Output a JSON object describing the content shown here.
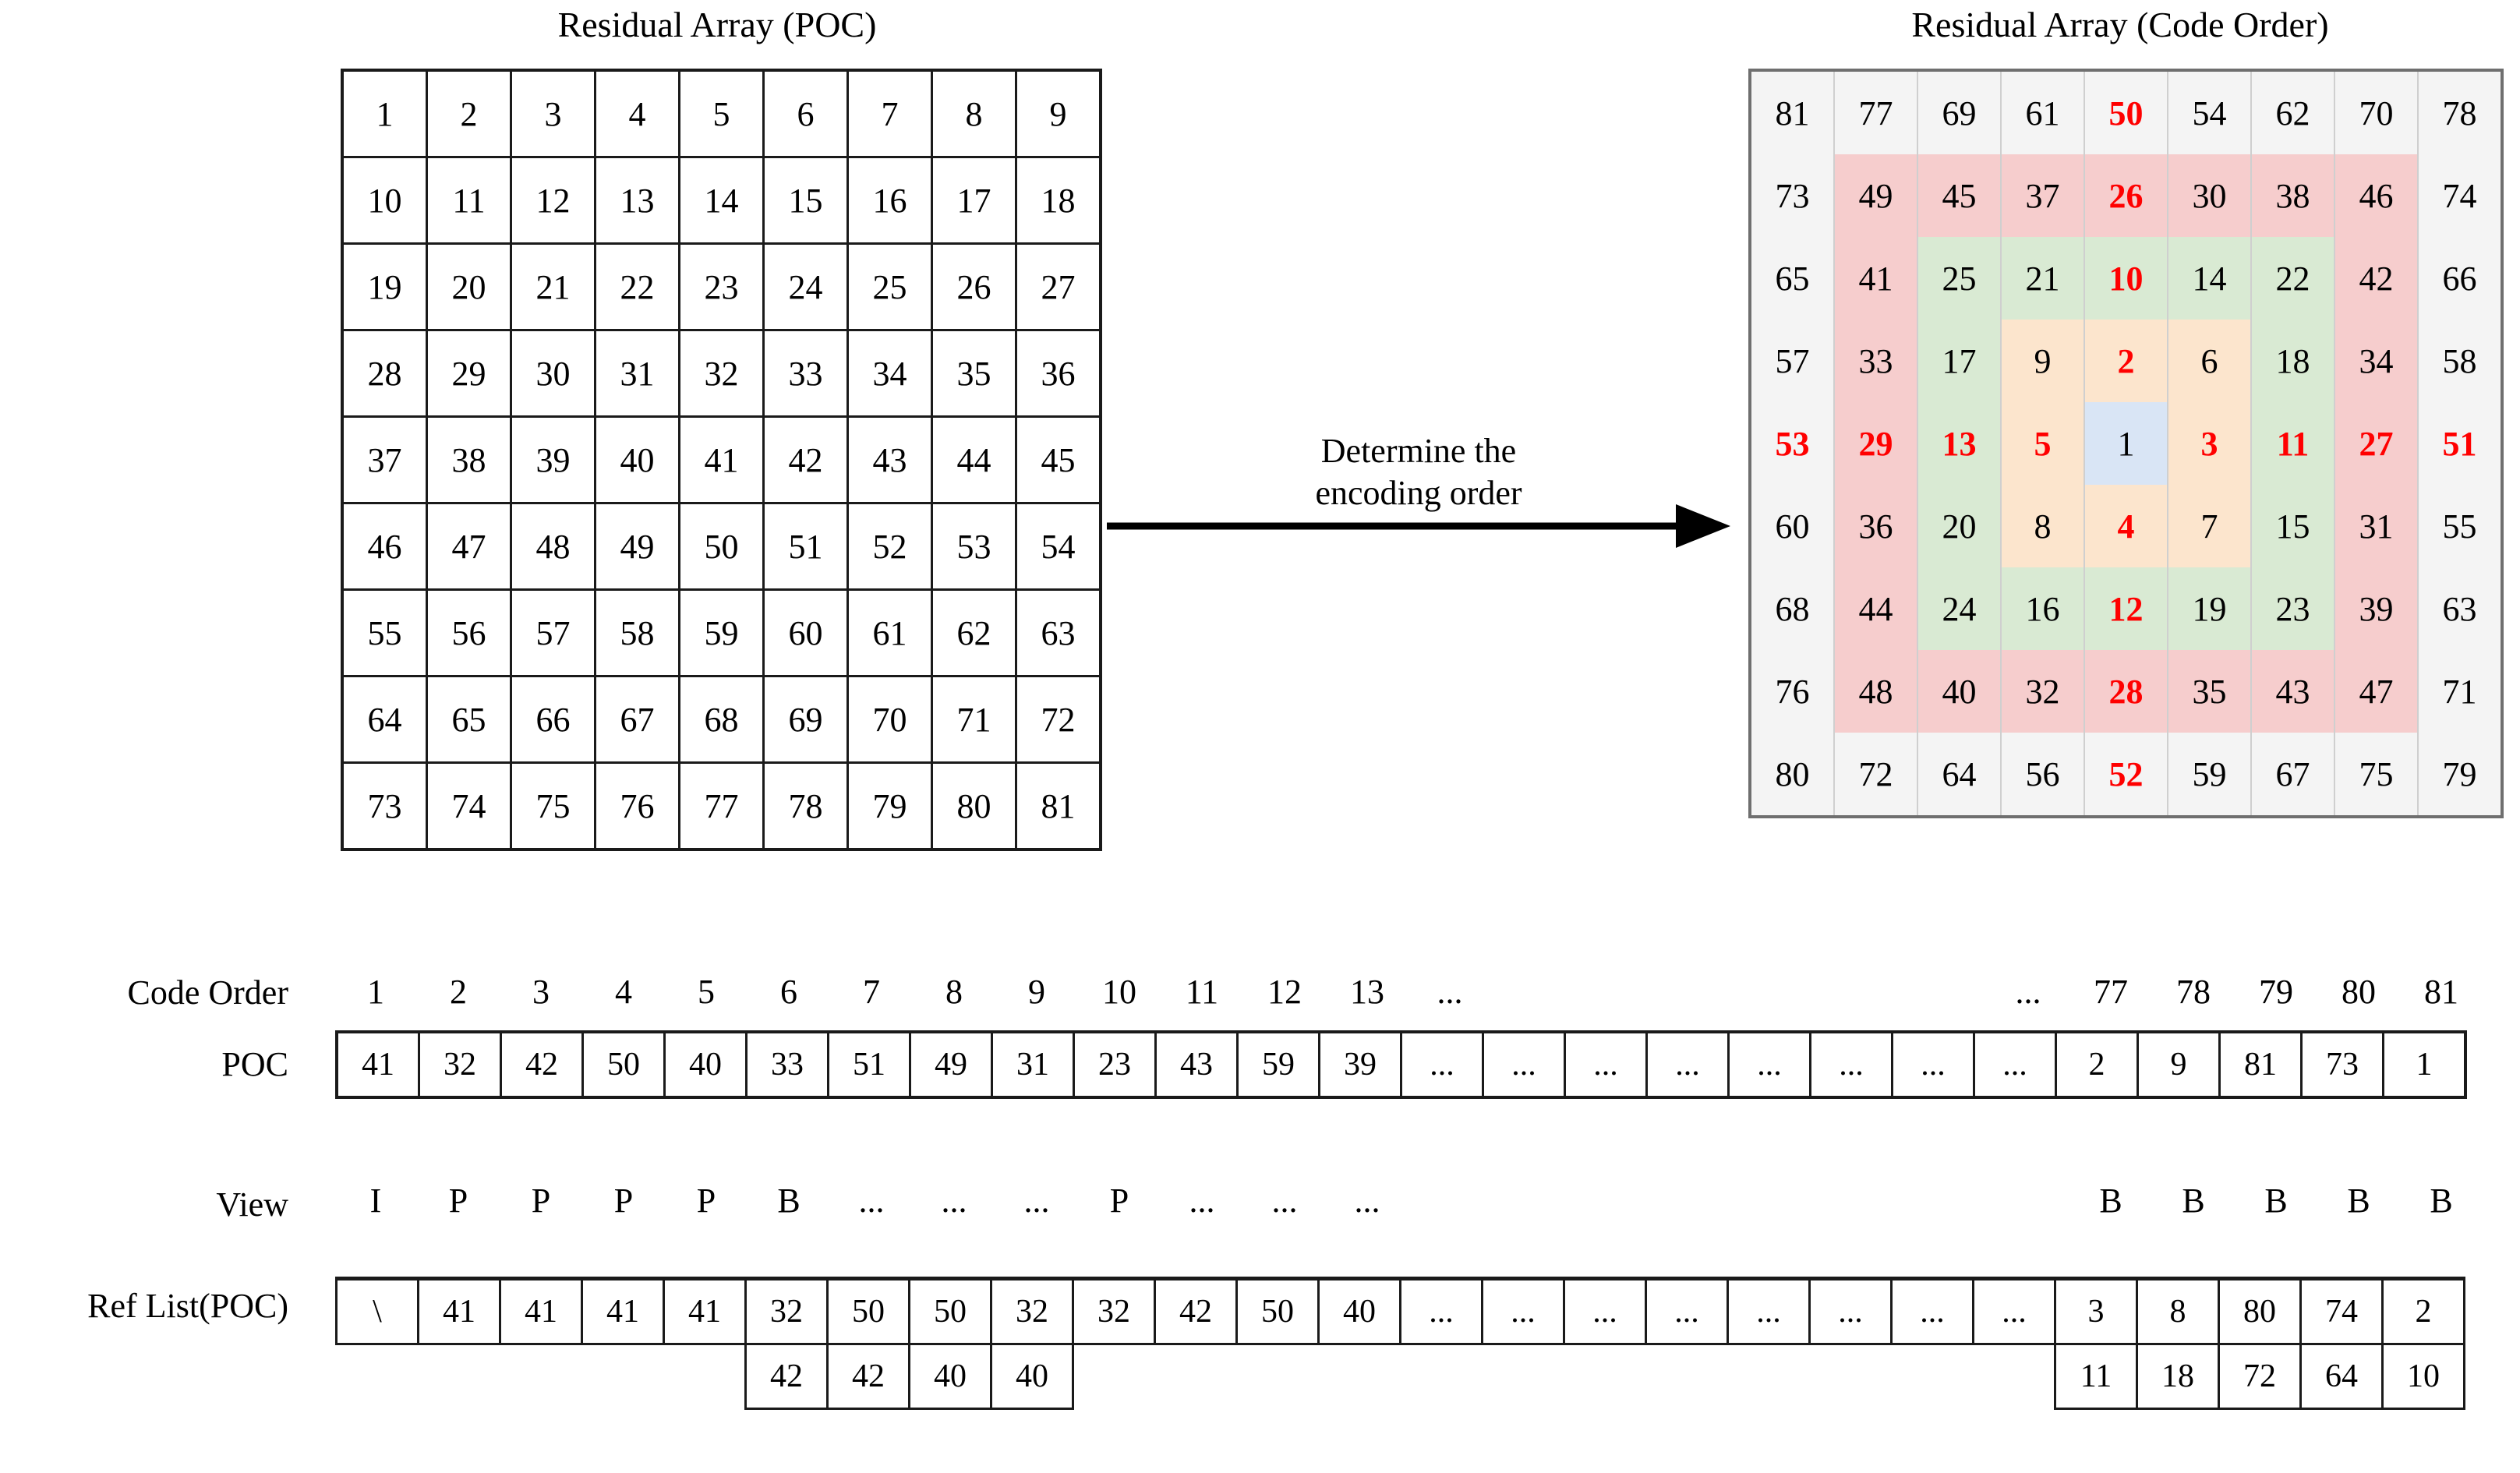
{
  "panels": {
    "poc_title": "Residual Array (POC)",
    "code_title": "Residual Array (Code Order)"
  },
  "arrow": {
    "label_line1": "Determine the",
    "label_line2": "encoding order",
    "icon": "arrow-right-icon"
  },
  "colors": {
    "gray": "#f4f4f4",
    "pink": "#f6cdcd",
    "green": "#d9ead3",
    "orange": "#fce5cd",
    "blue": "#d9e5f5",
    "highlight_text": "#ff0000",
    "border": "#1a1a1a",
    "grid_line": "#cfcfcf"
  },
  "poc_array": {
    "rows": 9,
    "cols": 9,
    "values": [
      [
        1,
        2,
        3,
        4,
        5,
        6,
        7,
        8,
        9
      ],
      [
        10,
        11,
        12,
        13,
        14,
        15,
        16,
        17,
        18
      ],
      [
        19,
        20,
        21,
        22,
        23,
        24,
        25,
        26,
        27
      ],
      [
        28,
        29,
        30,
        31,
        32,
        33,
        34,
        35,
        36
      ],
      [
        37,
        38,
        39,
        40,
        41,
        42,
        43,
        44,
        45
      ],
      [
        46,
        47,
        48,
        49,
        50,
        51,
        52,
        53,
        54
      ],
      [
        55,
        56,
        57,
        58,
        59,
        60,
        61,
        62,
        63
      ],
      [
        64,
        65,
        66,
        67,
        68,
        69,
        70,
        71,
        72
      ],
      [
        73,
        74,
        75,
        76,
        77,
        78,
        79,
        80,
        81
      ]
    ]
  },
  "code_order_array": {
    "rows": 9,
    "cols": 9,
    "values": [
      [
        81,
        77,
        69,
        61,
        50,
        54,
        62,
        70,
        78
      ],
      [
        73,
        49,
        45,
        37,
        26,
        30,
        38,
        46,
        74
      ],
      [
        65,
        41,
        25,
        21,
        10,
        14,
        22,
        42,
        66
      ],
      [
        57,
        33,
        17,
        9,
        2,
        6,
        18,
        34,
        58
      ],
      [
        53,
        29,
        13,
        5,
        1,
        3,
        11,
        27,
        51
      ],
      [
        60,
        36,
        20,
        8,
        4,
        7,
        15,
        31,
        55
      ],
      [
        68,
        44,
        24,
        16,
        12,
        19,
        23,
        39,
        63
      ],
      [
        76,
        48,
        40,
        32,
        28,
        35,
        43,
        47,
        71
      ],
      [
        80,
        72,
        64,
        56,
        52,
        59,
        67,
        75,
        79
      ]
    ],
    "zones": [
      [
        "gray",
        "gray",
        "gray",
        "gray",
        "gray",
        "gray",
        "gray",
        "gray",
        "gray"
      ],
      [
        "gray",
        "pink",
        "pink",
        "pink",
        "pink",
        "pink",
        "pink",
        "pink",
        "gray"
      ],
      [
        "gray",
        "pink",
        "green",
        "green",
        "green",
        "green",
        "green",
        "pink",
        "gray"
      ],
      [
        "gray",
        "pink",
        "green",
        "orange",
        "orange",
        "orange",
        "green",
        "pink",
        "gray"
      ],
      [
        "gray",
        "pink",
        "green",
        "orange",
        "blue",
        "orange",
        "green",
        "pink",
        "gray"
      ],
      [
        "gray",
        "pink",
        "green",
        "orange",
        "orange",
        "orange",
        "green",
        "pink",
        "gray"
      ],
      [
        "gray",
        "pink",
        "green",
        "green",
        "green",
        "green",
        "green",
        "pink",
        "gray"
      ],
      [
        "gray",
        "pink",
        "pink",
        "pink",
        "pink",
        "pink",
        "pink",
        "pink",
        "gray"
      ],
      [
        "gray",
        "gray",
        "gray",
        "gray",
        "gray",
        "gray",
        "gray",
        "gray",
        "gray"
      ]
    ],
    "highlighted": [
      [
        false,
        false,
        false,
        false,
        true,
        false,
        false,
        false,
        false
      ],
      [
        false,
        false,
        false,
        false,
        true,
        false,
        false,
        false,
        false
      ],
      [
        false,
        false,
        false,
        false,
        true,
        false,
        false,
        false,
        false
      ],
      [
        false,
        false,
        false,
        false,
        true,
        false,
        false,
        false,
        false
      ],
      [
        true,
        true,
        true,
        true,
        false,
        true,
        true,
        true,
        true
      ],
      [
        false,
        false,
        false,
        false,
        true,
        false,
        false,
        false,
        false
      ],
      [
        false,
        false,
        false,
        false,
        true,
        false,
        false,
        false,
        false
      ],
      [
        false,
        false,
        false,
        false,
        true,
        false,
        false,
        false,
        false
      ],
      [
        false,
        false,
        false,
        false,
        true,
        false,
        false,
        false,
        false
      ]
    ]
  },
  "schedule": {
    "code_order_label": "Code Order",
    "poc_label": "POC",
    "view_label": "View",
    "ref_list_label": "Ref List(POC)",
    "code_order": [
      "1",
      "2",
      "3",
      "4",
      "5",
      "6",
      "7",
      "8",
      "9",
      "10",
      "11",
      "12",
      "13",
      "...",
      "",
      "",
      "",
      "",
      "",
      "",
      "...",
      "77",
      "78",
      "79",
      "80",
      "81"
    ],
    "poc": [
      "41",
      "32",
      "42",
      "50",
      "40",
      "33",
      "51",
      "49",
      "31",
      "23",
      "43",
      "59",
      "39",
      "...",
      "...",
      "...",
      "...",
      "...",
      "...",
      "...",
      "...",
      "2",
      "9",
      "81",
      "73",
      "1"
    ],
    "view": [
      "I",
      "P",
      "P",
      "P",
      "P",
      "B",
      "...",
      "...",
      "...",
      "P",
      "...",
      "...",
      "...",
      "",
      "",
      "",
      "",
      "",
      "",
      "",
      "",
      "B",
      "B",
      "B",
      "B",
      "B"
    ],
    "ref_list_row1": [
      "\\",
      "41",
      "41",
      "41",
      "41",
      "32",
      "50",
      "50",
      "32",
      "32",
      "42",
      "50",
      "40",
      "...",
      "...",
      "...",
      "...",
      "...",
      "...",
      "...",
      "...",
      "3",
      "8",
      "80",
      "74",
      "2"
    ],
    "ref_list_row2": [
      "",
      "",
      "",
      "",
      "",
      "42",
      "42",
      "40",
      "40",
      "",
      "",
      "",
      "",
      "",
      "",
      "",
      "",
      "",
      "",
      "",
      "",
      "11",
      "18",
      "72",
      "64",
      "10"
    ]
  }
}
